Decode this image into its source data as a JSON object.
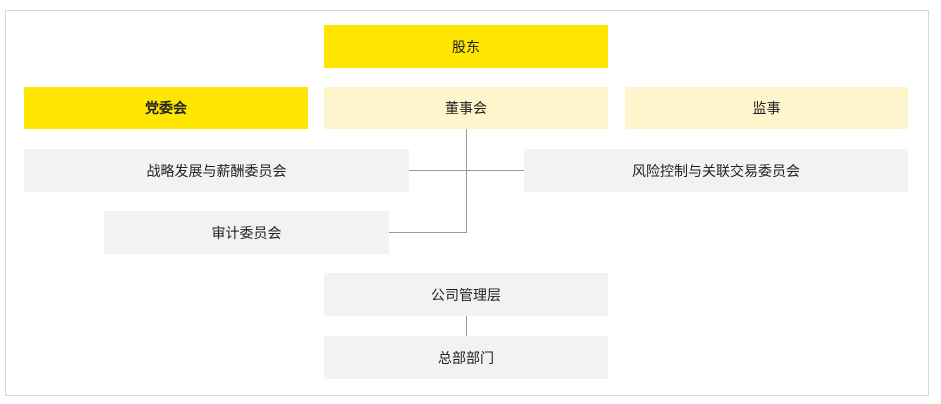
{
  "org_chart": {
    "shareholders": "股东",
    "party_committee": "党委会",
    "board": "董事会",
    "supervisors": "监事",
    "strategy_committee": "战略发展与薪酬委员会",
    "risk_committee": "风险控制与关联交易委员会",
    "audit_committee": "审计委员会",
    "management": "公司管理层",
    "departments": "总部部门"
  },
  "colors": {
    "primary": "#FFE600",
    "light": "#FFF5CC",
    "neutral": "#F2F2F2",
    "connector": "#999999"
  }
}
